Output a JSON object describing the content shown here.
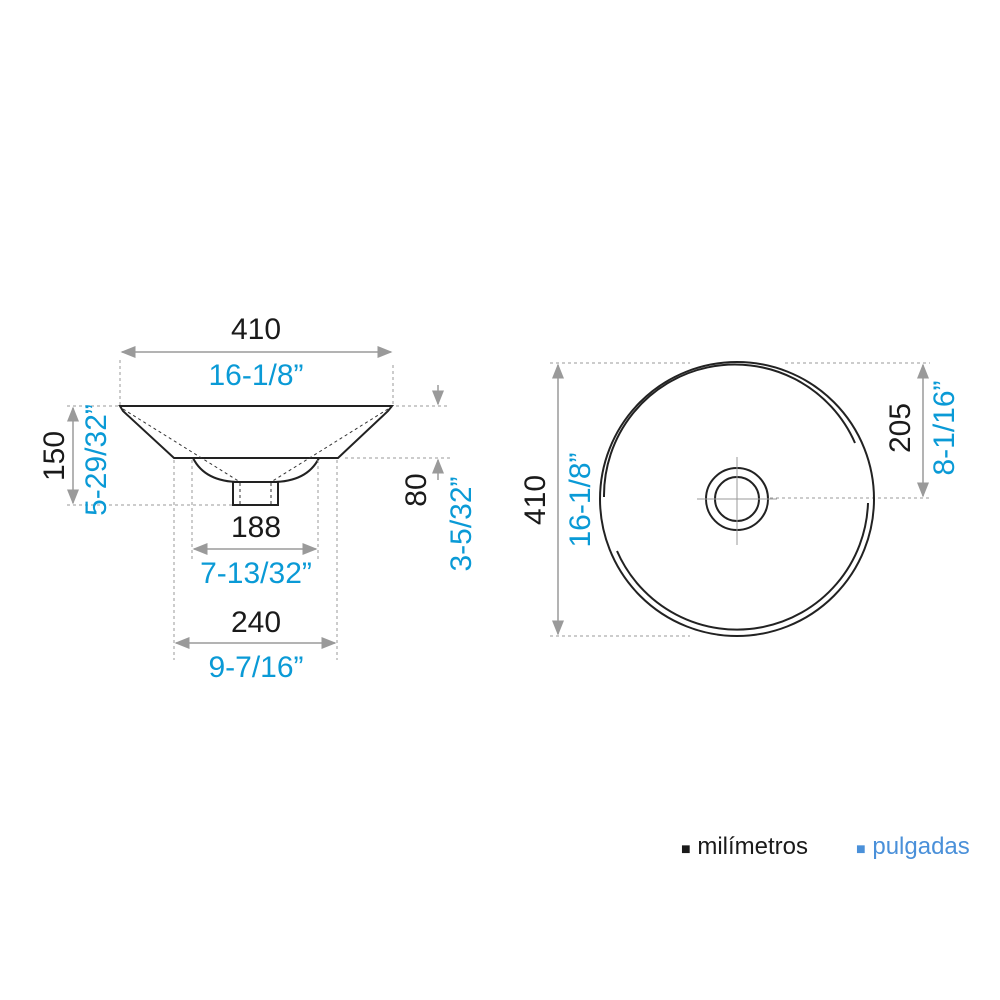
{
  "side_view": {
    "width_mm": "410",
    "width_in": "16-1/8”",
    "height_mm": "150",
    "height_in": "5-29/32”",
    "bowl_depth_mm": "80",
    "bowl_depth_in": "3-5/32”",
    "inner_width_mm": "188",
    "inner_width_in": "7-13/32”",
    "base_width_mm": "240",
    "base_width_in": "9-7/16”"
  },
  "top_view": {
    "diameter_mm": "410",
    "diameter_in": "16-1/8”",
    "radius_mm": "205",
    "radius_in": "8-1/16”"
  },
  "legend": {
    "mm_label": "milímetros",
    "in_label": "pulgadas",
    "mm_color": "#1a1a1a",
    "in_color": "#4a90d9"
  }
}
